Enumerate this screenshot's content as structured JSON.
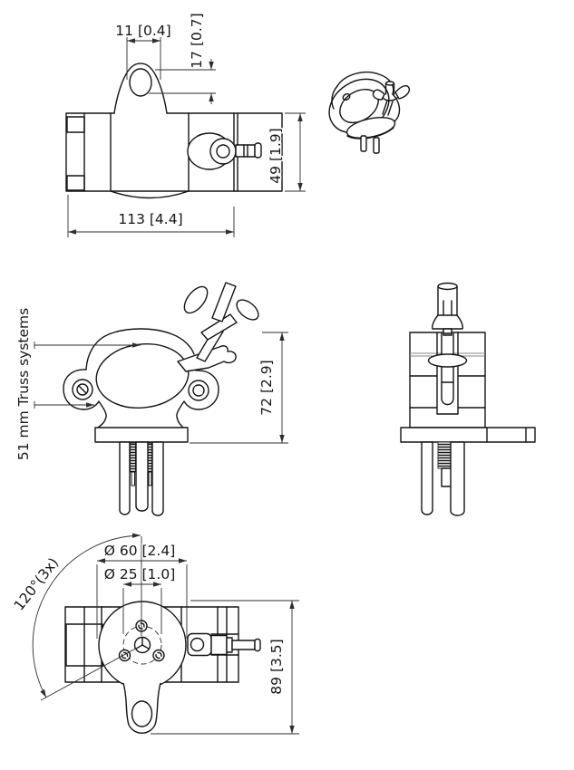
{
  "labels": {
    "truss": "51 mm Truss systems"
  },
  "front_view": {
    "tab_width": "11 [0.4]",
    "tab_height": "17 [0.7]",
    "height": "49 [1.9]",
    "width": "113 [4.4]"
  },
  "side_view": {
    "height": "72 [2.9]"
  },
  "bottom_view": {
    "plate_diameter": "Ø 60 [2.4]",
    "bolt_circle": "Ø 25 [1.0]",
    "hole_angle": "120°(3x)",
    "overall_height": "89 [3.5]"
  }
}
